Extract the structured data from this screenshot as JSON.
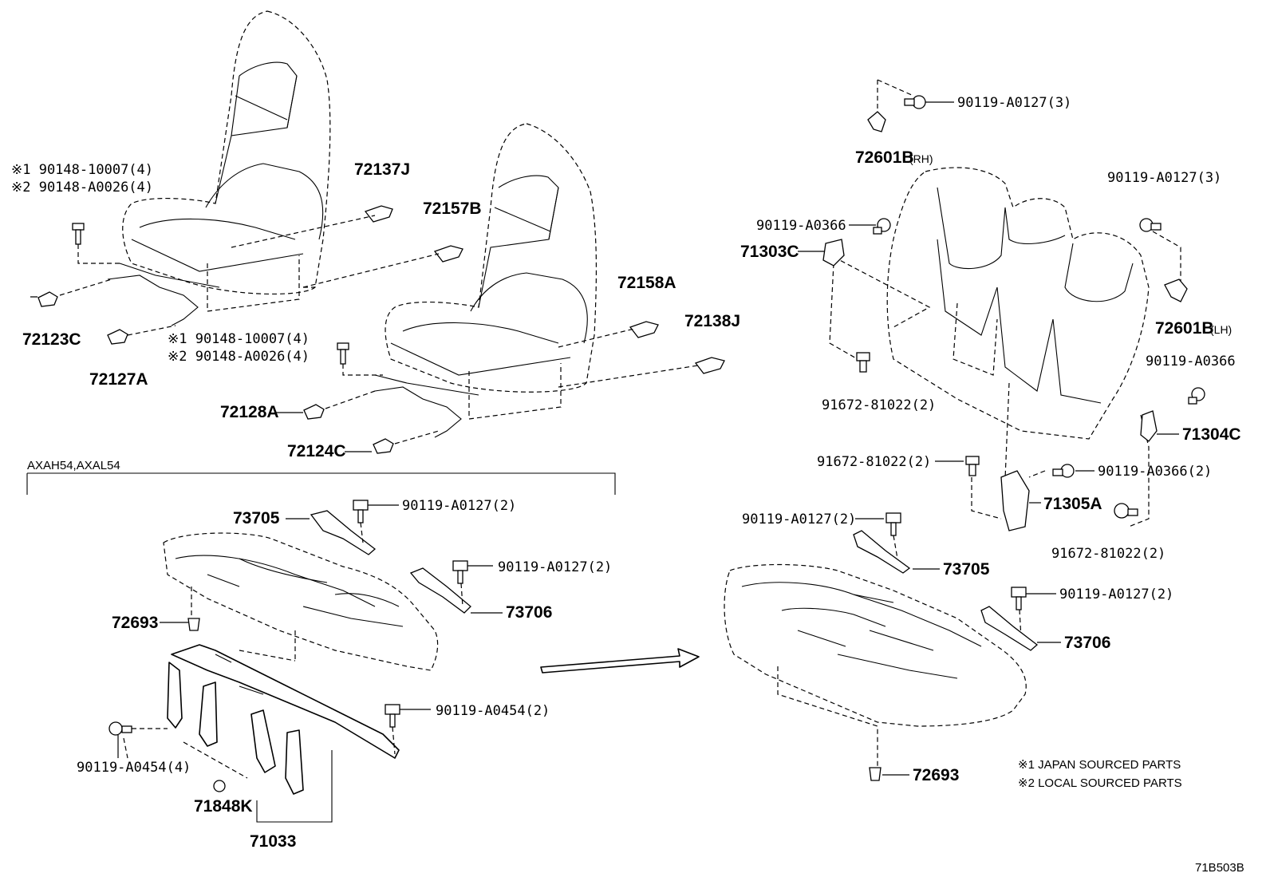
{
  "labels": {
    "front_seat": {
      "bolt_top_1": "※1 90148-10007(4)",
      "bolt_top_2": "※2 90148-A0026(4)",
      "p72137J": "72137J",
      "p72157B": "72157B",
      "p72123C": "72123C",
      "p72127A": "72127A",
      "bolt_mid_1": "※1 90148-10007(4)",
      "bolt_mid_2": "※2 90148-A0026(4)",
      "p72158A": "72158A",
      "p72138J": "72138J",
      "p72128A": "72128A",
      "p72124C": "72124C"
    },
    "rear_back": {
      "p90119_A0127_3_top": "90119-A0127(3)",
      "p72601B": "72601B",
      "rh": "(RH)",
      "p90119_A0127_3_right": "90119-A0127(3)",
      "p90119_A0366_left": "90119-A0366",
      "p71303C": "71303C",
      "p72601B_lh": "72601B",
      "lh": "(LH)",
      "p90119_A0366_right": "90119-A0366",
      "p91672_81022_2_a": "91672-81022(2)",
      "p71304C": "71304C",
      "p91672_81022_2_b": "91672-81022(2)",
      "p90119_A0366_2": "90119-A0366(2)",
      "p71305A": "71305A",
      "p91672_81022_2_c": "91672-81022(2)"
    },
    "rear_cushion_a": {
      "model_code": "AXAH54,AXAL54",
      "p73705": "73705",
      "p90119_A0127_2_a": "90119-A0127(2)",
      "p90119_A0127_2_b": "90119-A0127(2)",
      "p73706": "73706",
      "p72693": "72693",
      "p90119_A0454_2": "90119-A0454(2)",
      "p90119_A0454_4": "90119-A0454(4)",
      "p71848K": "71848K",
      "p71033": "71033"
    },
    "rear_cushion_b": {
      "p90119_A0127_2_a": "90119-A0127(2)",
      "p73705": "73705",
      "p90119_A0127_2_b": "90119-A0127(2)",
      "p73706": "73706",
      "p72693": "72693"
    }
  },
  "notes": {
    "japan": "※1 JAPAN SOURCED PARTS",
    "local": "※2 LOCAL SOURCED PARTS"
  },
  "diagram_code": "71B503B"
}
